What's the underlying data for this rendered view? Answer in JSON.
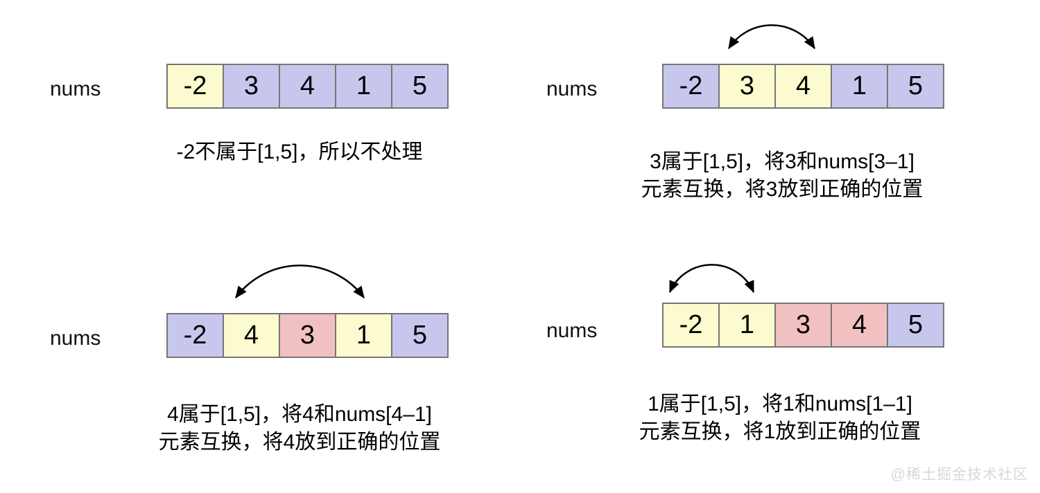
{
  "colors": {
    "yellow": "#FBFBCF",
    "purple": "#C7C7EE",
    "pink": "#F1C1C1",
    "cell_border": "#757575",
    "arrow": "#000000",
    "text": "#000000",
    "watermark_text": "#D8D8D8"
  },
  "watermark": "@稀土掘金技术社区",
  "panels": [
    {
      "label": "nums",
      "cells": [
        {
          "value": "-2",
          "color": "yellow"
        },
        {
          "value": "3",
          "color": "purple"
        },
        {
          "value": "4",
          "color": "purple"
        },
        {
          "value": "1",
          "color": "purple"
        },
        {
          "value": "5",
          "color": "purple"
        }
      ],
      "caption_lines": [
        "-2不属于[1,5]，所以不处理"
      ],
      "arrow": null
    },
    {
      "label": "nums",
      "cells": [
        {
          "value": "-2",
          "color": "purple"
        },
        {
          "value": "3",
          "color": "yellow"
        },
        {
          "value": "4",
          "color": "yellow"
        },
        {
          "value": "1",
          "color": "purple"
        },
        {
          "value": "5",
          "color": "purple"
        }
      ],
      "caption_lines": [
        "3属于[1,5]，将3和nums[3–1]",
        "元素互换，将3放到正确的位置"
      ],
      "arrow": {
        "from_cell": 2,
        "to_cell": 3
      }
    },
    {
      "label": "nums",
      "cells": [
        {
          "value": "-2",
          "color": "purple"
        },
        {
          "value": "4",
          "color": "yellow"
        },
        {
          "value": "3",
          "color": "pink"
        },
        {
          "value": "1",
          "color": "yellow"
        },
        {
          "value": "5",
          "color": "purple"
        }
      ],
      "caption_lines": [
        "4属于[1,5]，将4和nums[4–1]",
        "元素互换，将4放到正确的位置"
      ],
      "arrow": {
        "from_cell": 2,
        "to_cell": 4
      }
    },
    {
      "label": "nums",
      "cells": [
        {
          "value": "-2",
          "color": "yellow"
        },
        {
          "value": "1",
          "color": "yellow"
        },
        {
          "value": "3",
          "color": "pink"
        },
        {
          "value": "4",
          "color": "pink"
        },
        {
          "value": "5",
          "color": "purple"
        }
      ],
      "caption_lines": [
        "1属于[1,5]，将1和nums[1–1]",
        "元素互换，将1放到正确的位置"
      ],
      "arrow": {
        "from_cell": 1,
        "to_cell": 2
      }
    }
  ]
}
